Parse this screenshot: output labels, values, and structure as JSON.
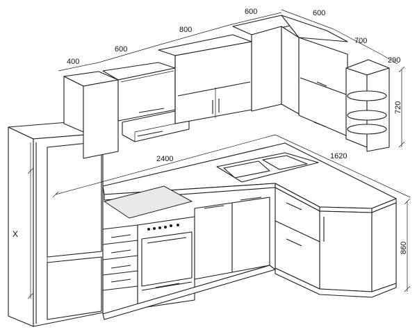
{
  "dimensions": {
    "upper_400": "400",
    "upper_600a": "600",
    "upper_800": "800",
    "upper_600b": "600",
    "upper_600c": "600",
    "upper_700": "700",
    "upper_290": "290",
    "upper_720": "720",
    "base_2400": "2400",
    "base_1620": "1620",
    "base_860": "860",
    "fridge_x": "X"
  },
  "colors": {
    "line": "#1a1a1a",
    "paper": "#ffffff",
    "hob": "#e9e9e9"
  }
}
